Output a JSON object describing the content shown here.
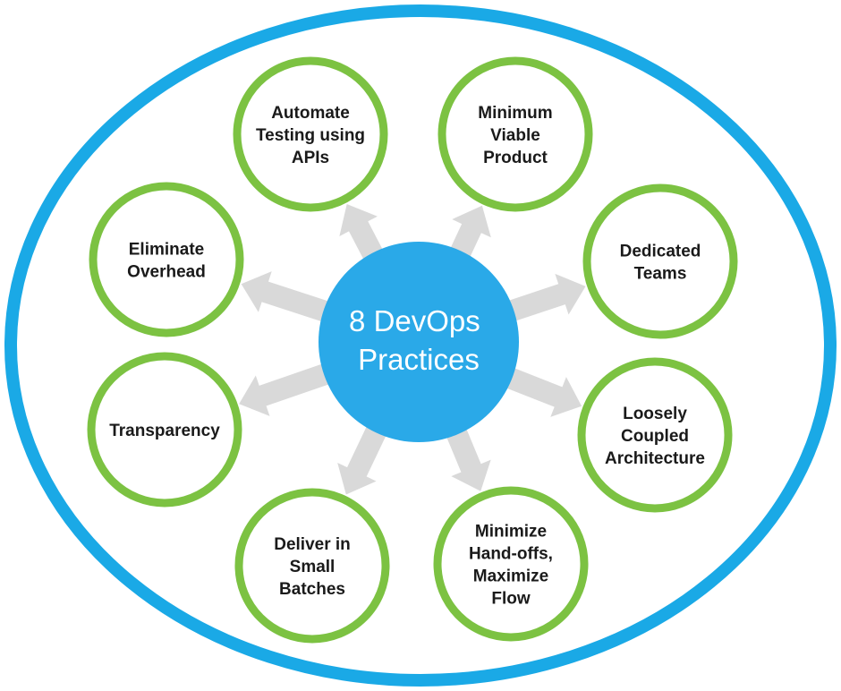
{
  "diagram": {
    "center": {
      "lines": [
        "8 DevOps",
        "Practices"
      ]
    },
    "practices": [
      {
        "id": "automate-testing",
        "lines": [
          "Automate",
          "Testing using",
          "APIs"
        ]
      },
      {
        "id": "minimum-viable-product",
        "lines": [
          "Minimum",
          "Viable",
          "Product"
        ]
      },
      {
        "id": "dedicated-teams",
        "lines": [
          "Dedicated",
          "Teams"
        ]
      },
      {
        "id": "loosely-coupled-architecture",
        "lines": [
          "Loosely",
          "Coupled",
          "Architecture"
        ]
      },
      {
        "id": "minimize-handoffs",
        "lines": [
          "Minimize",
          "Hand-offs,",
          "Maximize",
          "Flow"
        ]
      },
      {
        "id": "deliver-small-batches",
        "lines": [
          "Deliver in",
          "Small",
          "Batches"
        ]
      },
      {
        "id": "transparency",
        "lines": [
          "Transparency"
        ]
      },
      {
        "id": "eliminate-overhead",
        "lines": [
          "Eliminate",
          "Overhead"
        ]
      }
    ],
    "colors": {
      "outer_ring": "#1aa9e6",
      "center_fill": "#2aa9e8",
      "node_ring": "#7cc242",
      "arrow": "#d9d9d9"
    }
  }
}
